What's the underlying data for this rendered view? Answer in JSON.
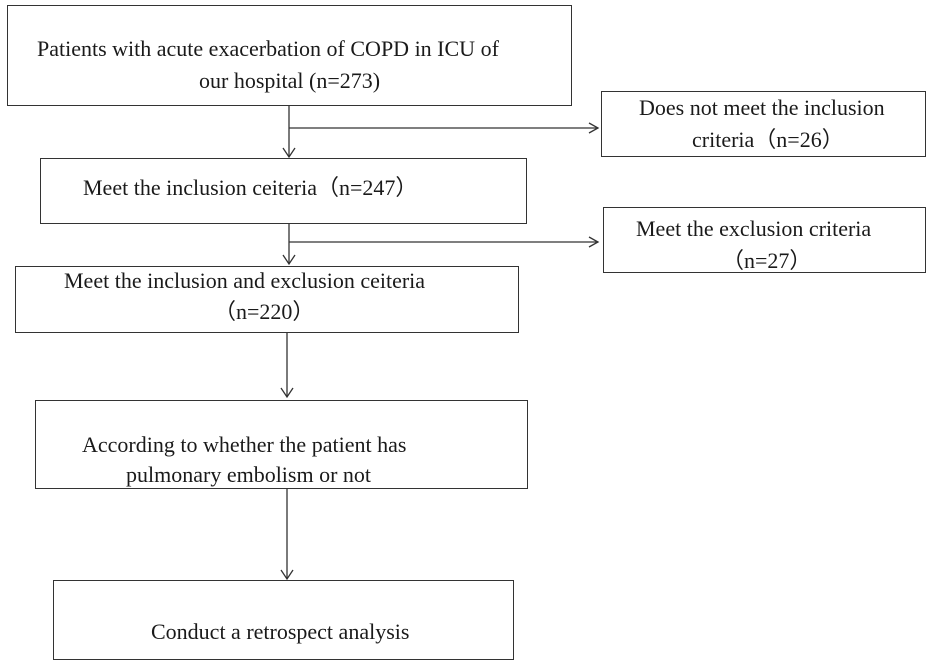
{
  "flowchart": {
    "step1": {
      "line1": "Patients with acute exacerbation of COPD in ICU of",
      "line2": "our hospital (n=273)"
    },
    "exclusion1": {
      "line1": "Does not meet the inclusion",
      "line2": "criteria（n=26）"
    },
    "step2": {
      "line1": "Meet the inclusion ceiteria（n=247）"
    },
    "exclusion2": {
      "line1": "Meet the exclusion criteria",
      "line2": "（n=27）"
    },
    "step3": {
      "line1": "Meet the inclusion and exclusion ceiteria",
      "line2": "（n=220）"
    },
    "step4": {
      "line1": "According to whether the patient has",
      "line2": "pulmonary embolism or not"
    },
    "step5": {
      "line1": "Conduct a retrospect analysis"
    }
  }
}
